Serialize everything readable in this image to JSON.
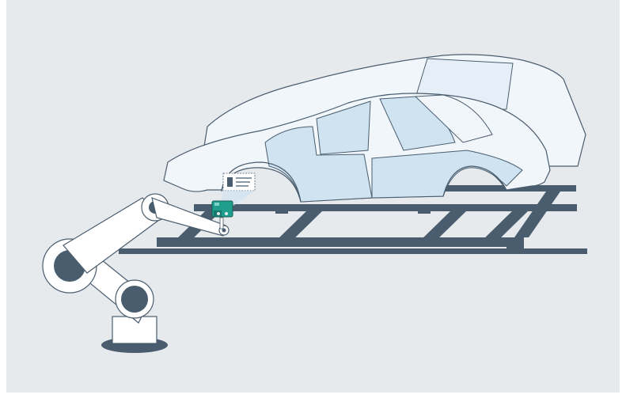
{
  "scene": {
    "description_items": [
      "car-body",
      "assembly-rack",
      "robot-arm",
      "scanner-camera",
      "label-marking"
    ],
    "colors": {
      "background": "#e7eaed",
      "body_fill": "#f1f6fb",
      "body_stroke": "#4a5d6e",
      "glass": "#cfe3f1",
      "rack": "#4a5d6e",
      "robot": "#ffffff",
      "robot_dark": "#4a5d6e",
      "sensor": "#1f9e8e"
    }
  }
}
